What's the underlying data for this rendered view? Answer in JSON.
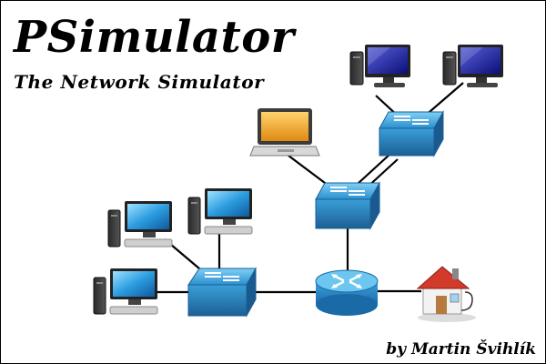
{
  "header": {
    "title": "PSimulator",
    "subtitle": "The Network Simulator"
  },
  "footer": {
    "author": "by Martin Švihlík"
  },
  "colors": {
    "device_blue": "#3c9fd6",
    "device_blue_dark": "#1f6ea3",
    "cable": "#000000",
    "house_roof": "#d23a2a"
  },
  "devices": [
    {
      "id": "pc-top-left",
      "icon": "desktop-pc-icon"
    },
    {
      "id": "pc-top-right",
      "icon": "desktop-pc-icon"
    },
    {
      "id": "laptop",
      "icon": "laptop-icon"
    },
    {
      "id": "switch-top",
      "icon": "switch-icon"
    },
    {
      "id": "switch-middle",
      "icon": "switch-icon"
    },
    {
      "id": "pc-left-1",
      "icon": "desktop-pc-icon"
    },
    {
      "id": "pc-left-2",
      "icon": "desktop-pc-icon"
    },
    {
      "id": "pc-left-3",
      "icon": "desktop-pc-icon"
    },
    {
      "id": "switch-left",
      "icon": "switch-icon"
    },
    {
      "id": "router",
      "icon": "router-icon"
    },
    {
      "id": "house",
      "icon": "house-icon"
    }
  ]
}
